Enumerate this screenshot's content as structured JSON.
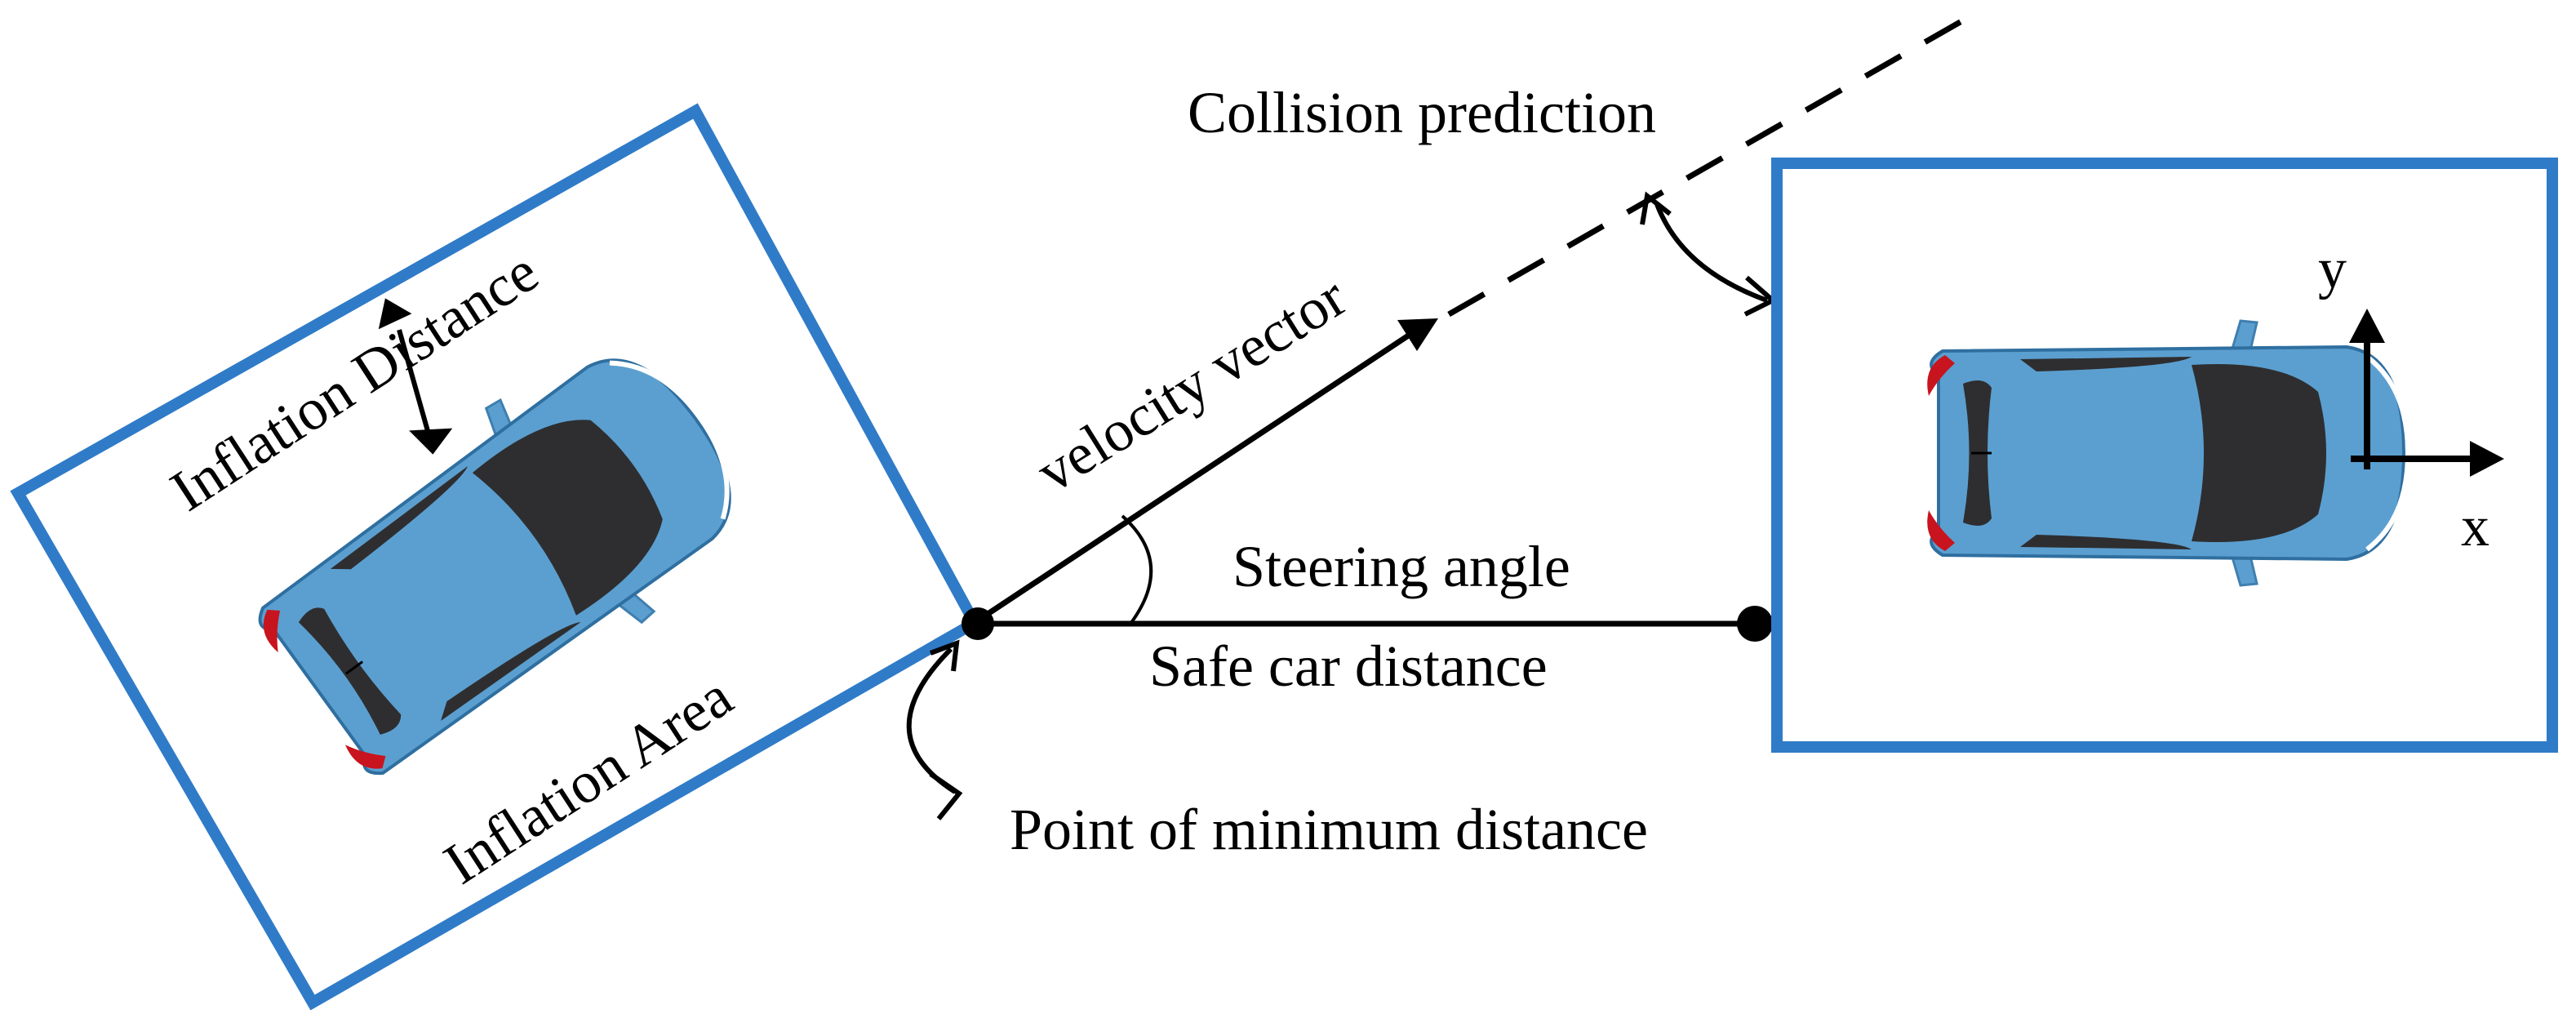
{
  "labels": {
    "collision_prediction": "Collision prediction",
    "velocity_vector": "velocity vector",
    "steering_angle": "Steering angle",
    "safe_car_distance": "Safe car distance",
    "point_of_minimum_distance": "Point of minimum distance",
    "inflation_distance": "Inflation Distance",
    "inflation_area": "Inflation Area",
    "axis_y": "y",
    "axis_x": "x"
  },
  "colors": {
    "box_border": "#2F7BC8",
    "car_body": "#5B9FD0",
    "car_window": "#2E2E30",
    "car_taillight": "#C8141E",
    "line": "#000000"
  },
  "icons": {
    "car": "car-top-view-icon"
  }
}
